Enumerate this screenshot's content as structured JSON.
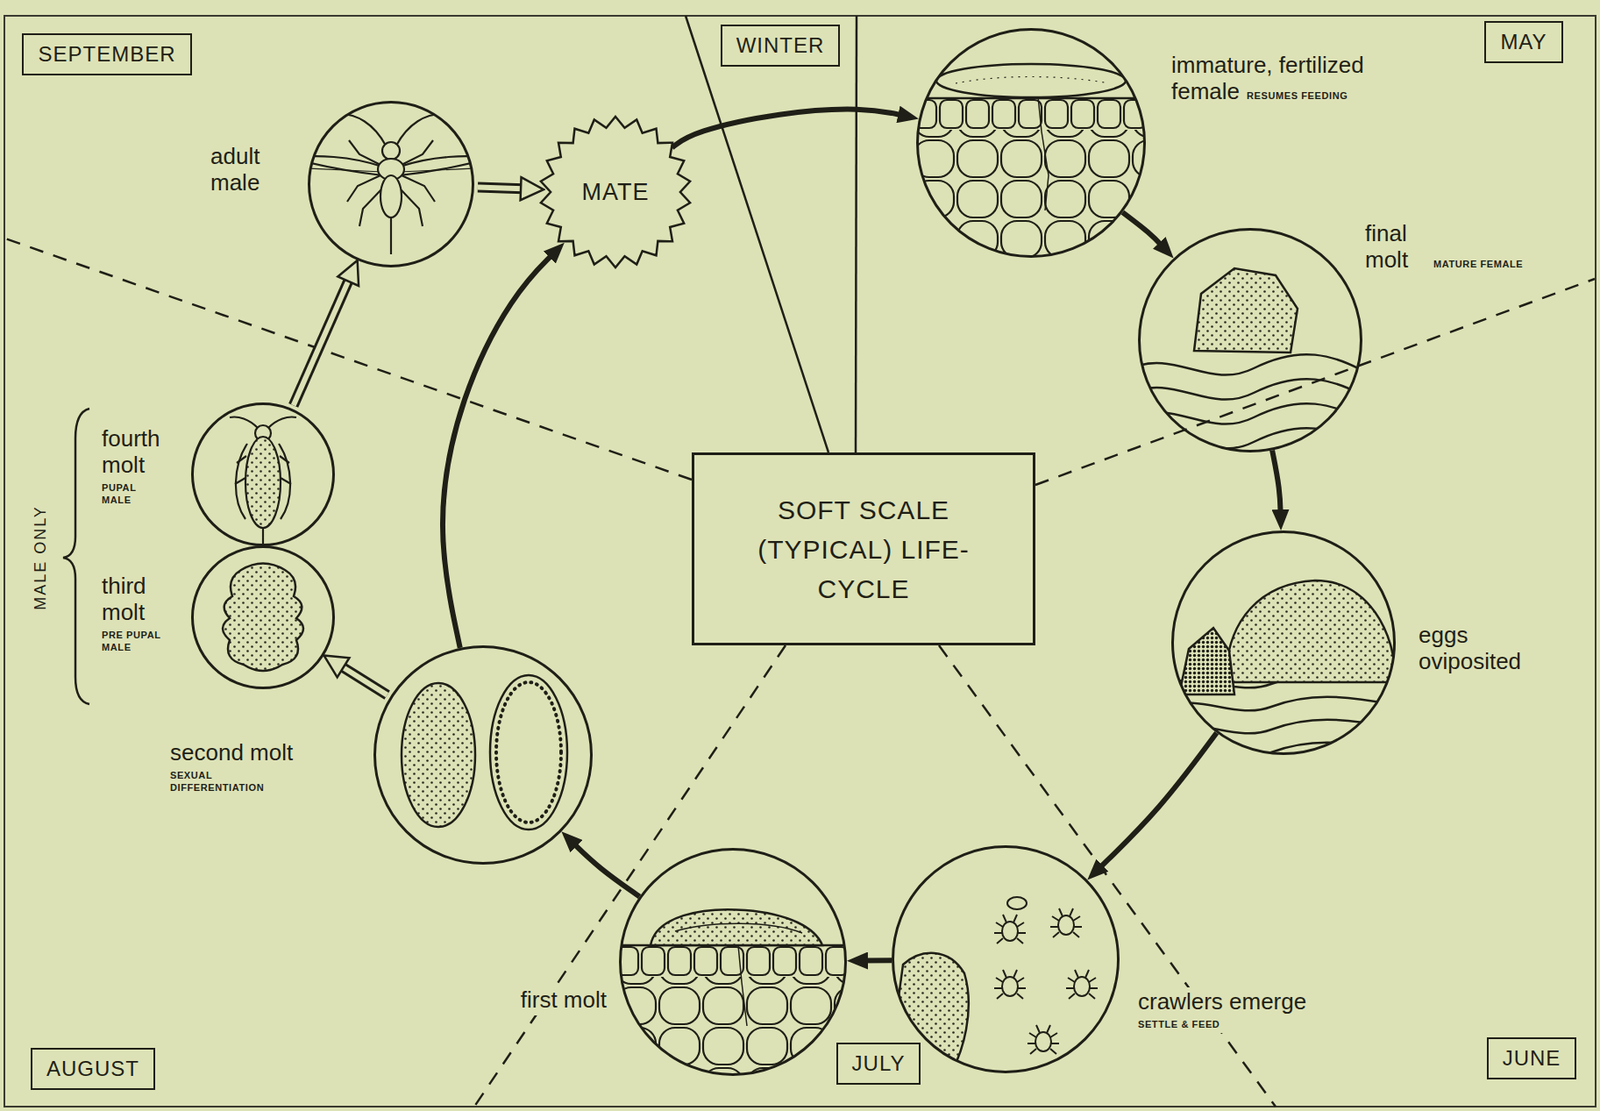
{
  "diagram": {
    "nodes": [
      {
        "text": [
          "SEPTEMBER"
        ]
      },
      {
        "text": [
          "WINTER"
        ]
      },
      {
        "text": [
          "MAY"
        ]
      },
      {
        "text": [
          "AUGUST"
        ]
      },
      {
        "text": [
          "JULY"
        ]
      },
      {
        "text": [
          "JUNE"
        ]
      },
      {
        "text": [
          "SOFT SCALE (TYPICAL) LIFE-CYCLE"
        ]
      },
      {
        "text": [
          "MATE"
        ]
      },
      {
        "text": [
          "immature, fertilized female",
          "RESUMES FEEDING"
        ]
      },
      {
        "text": [
          "final molt",
          "MATURE FEMALE"
        ]
      },
      {
        "text": [
          "eggs oviposited"
        ]
      },
      {
        "text": [
          "crawlers emerge",
          "SETTLE & FEED"
        ]
      },
      {
        "text": [
          "first molt"
        ]
      },
      {
        "text": [
          "second molt",
          "SEXUAL DIFFERENTIATION"
        ]
      },
      {
        "text": [
          "third molt",
          "PRE PUPAL MALE"
        ]
      },
      {
        "text": [
          "fourth molt",
          "PUPAL MALE"
        ]
      },
      {
        "text": [
          "adult male"
        ]
      }
    ],
    "edges": [
      {
        "from": 7,
        "to": 8,
        "arrow": "to"
      },
      {
        "from": 8,
        "to": 9,
        "arrow": "to"
      },
      {
        "from": 9,
        "to": 10,
        "arrow": "to"
      },
      {
        "from": 10,
        "to": 11,
        "arrow": "to"
      },
      {
        "from": 11,
        "to": 12,
        "arrow": "to"
      },
      {
        "from": 12,
        "to": 13,
        "arrow": "to"
      },
      {
        "from": 13,
        "to": 7,
        "arrow": "to"
      },
      {
        "from": 13,
        "to": 14,
        "arrow": "to"
      },
      {
        "from": 15,
        "to": 16,
        "arrow": "to"
      },
      {
        "from": 16,
        "to": 7,
        "arrow": "to"
      }
    ],
    "labels": [
      "MALE ONLY"
    ]
  }
}
